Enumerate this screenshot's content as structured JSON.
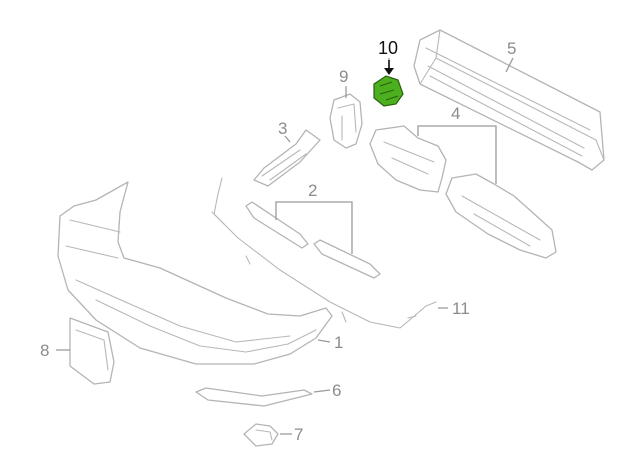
{
  "diagram": {
    "callouts": [
      {
        "id": "c1",
        "text": "1"
      },
      {
        "id": "c2",
        "text": "2"
      },
      {
        "id": "c3",
        "text": "3"
      },
      {
        "id": "c4",
        "text": "4"
      },
      {
        "id": "c5",
        "text": "5"
      },
      {
        "id": "c6",
        "text": "6"
      },
      {
        "id": "c7",
        "text": "7"
      },
      {
        "id": "c8",
        "text": "8"
      },
      {
        "id": "c9",
        "text": "9"
      },
      {
        "id": "c10",
        "text": "10"
      },
      {
        "id": "c11",
        "text": "11"
      }
    ],
    "highlighted_part": "10",
    "colors": {
      "highlight_fill": "#4caf1e",
      "highlight_stroke": "#2a5f10",
      "part_stroke": "#b4b4b4",
      "callout_text": "#8c8c8c",
      "highlight_text": "#111111"
    }
  }
}
